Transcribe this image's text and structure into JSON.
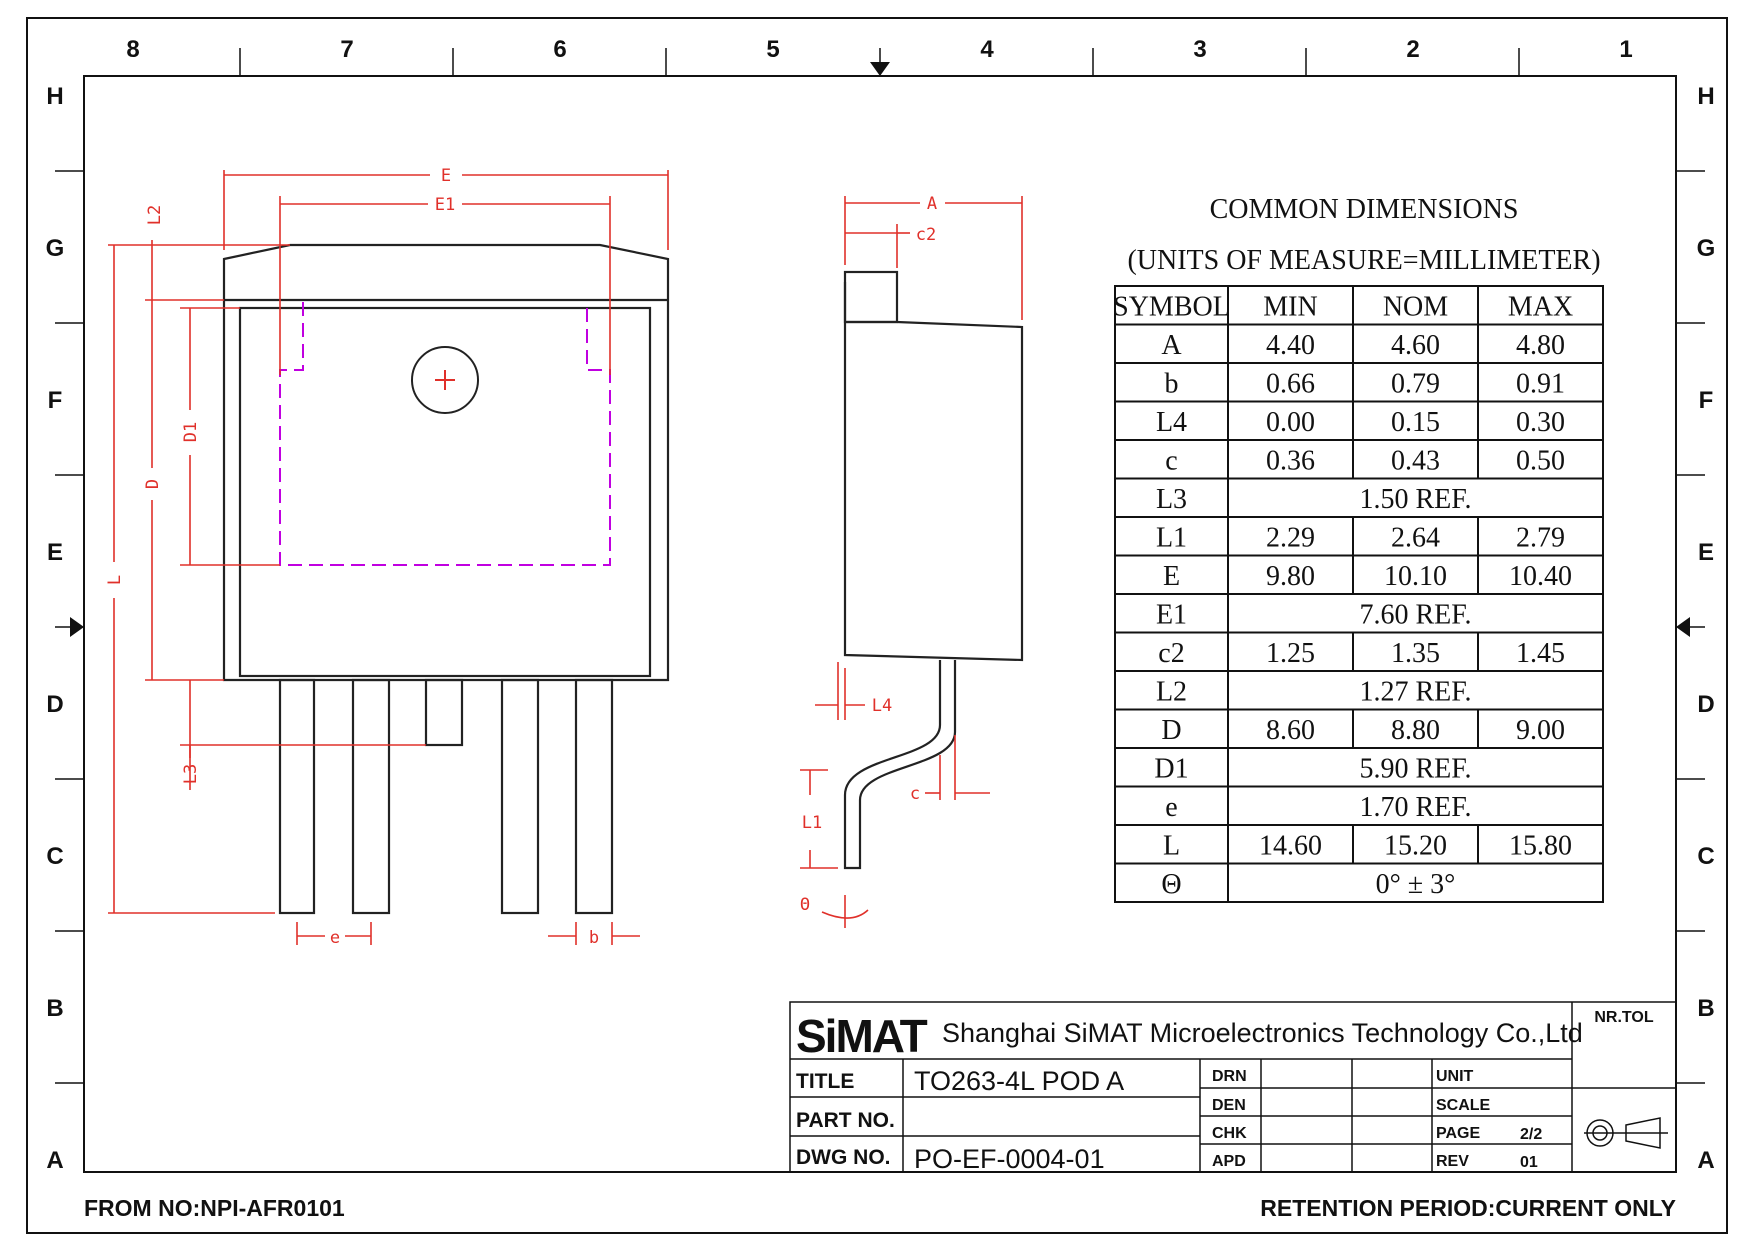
{
  "zones": {
    "top_numbers": [
      "8",
      "7",
      "6",
      "5",
      "4",
      "3",
      "2",
      "1"
    ],
    "side_letters": [
      "H",
      "G",
      "F",
      "E",
      "D",
      "C",
      "B",
      "A"
    ]
  },
  "dimension_labels": {
    "E": "E",
    "E1": "E1",
    "L2": "L2",
    "D1": "D1",
    "D": "D",
    "L": "L",
    "L3": "L3",
    "e": "e",
    "b": "b",
    "A": "A",
    "c2": "c2",
    "L4": "L4",
    "c": "c",
    "L1": "L1",
    "theta": "Θ"
  },
  "table": {
    "title": "COMMON DIMENSIONS",
    "subtitle": "(UNITS OF MEASURE=MILLIMETER)",
    "headers": [
      "SYMBOL",
      "MIN",
      "NOM",
      "MAX"
    ],
    "rows": [
      {
        "symbol": "A",
        "min": "4.40",
        "nom": "4.60",
        "max": "4.80"
      },
      {
        "symbol": "b",
        "min": "0.66",
        "nom": "0.79",
        "max": "0.91"
      },
      {
        "symbol": "L4",
        "min": "0.00",
        "nom": "0.15",
        "max": "0.30"
      },
      {
        "symbol": "c",
        "min": "0.36",
        "nom": "0.43",
        "max": "0.50"
      },
      {
        "symbol": "L3",
        "ref": "1.50 REF."
      },
      {
        "symbol": "L1",
        "min": "2.29",
        "nom": "2.64",
        "max": "2.79"
      },
      {
        "symbol": "E",
        "min": "9.80",
        "nom": "10.10",
        "max": "10.40"
      },
      {
        "symbol": "E1",
        "ref": "7.60 REF."
      },
      {
        "symbol": "c2",
        "min": "1.25",
        "nom": "1.35",
        "max": "1.45"
      },
      {
        "symbol": "L2",
        "ref": "1.27 REF."
      },
      {
        "symbol": "D",
        "min": "8.60",
        "nom": "8.80",
        "max": "9.00"
      },
      {
        "symbol": "D1",
        "ref": "5.90 REF."
      },
      {
        "symbol": "e",
        "ref": "1.70 REF."
      },
      {
        "symbol": "L",
        "min": "14.60",
        "nom": "15.20",
        "max": "15.80"
      },
      {
        "symbol": "Θ",
        "ref": "0° ± 3°"
      }
    ]
  },
  "title_block": {
    "logo": "SiMAT",
    "company": "Shanghai SiMAT Microelectronics Technology Co.,Ltd",
    "nr_tol": "NR.TOL",
    "title_label": "TITLE",
    "title_value": "TO263-4L POD A",
    "part_label": "PART NO.",
    "part_value": "",
    "dwg_label": "DWG NO.",
    "dwg_value": "PO-EF-0004-01",
    "drn": "DRN",
    "den": "DEN",
    "chk": "CHK",
    "apd": "APD",
    "unit": "UNIT",
    "scale": "SCALE",
    "page": "PAGE",
    "rev": "REV",
    "page_value": "2/2",
    "rev_value": "01"
  },
  "footer": {
    "form_no": "FROM NO:NPI-AFR0101",
    "retention": "RETENTION PERIOD:CURRENT ONLY"
  }
}
